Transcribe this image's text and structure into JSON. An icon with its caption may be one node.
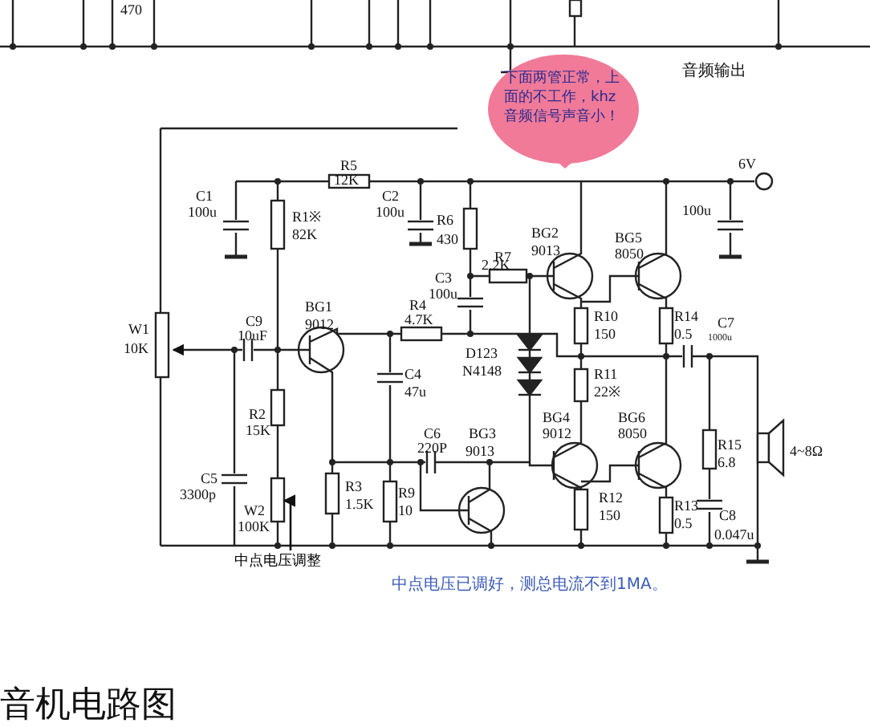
{
  "diagram": {
    "nodes": [
      {
        "text": [
          "下面两管正常，上面的不工作，khz音频信号声音小！"
        ]
      },
      {
        "text": [
          "中点电压调整"
        ]
      },
      {
        "text": [],
        "shape": "box",
        "beside": [
          "W2",
          "100K"
        ]
      }
    ],
    "edges": [
      {
        "from": 1,
        "to": 2,
        "arrow": "to"
      }
    ],
    "labels": [
      "470",
      "音频输出",
      "R5",
      "12K",
      "6V",
      "C1",
      "100u",
      "R1※",
      "82K",
      "C2",
      "100u",
      "R6",
      "430",
      "BG2",
      "9013",
      "BG5",
      "8050",
      "100u",
      "R7",
      "2.2K",
      "W1",
      "10K",
      "C9",
      "10uF",
      "BG1",
      "9012",
      "R4",
      "4.7K",
      "C3",
      "100u",
      "R10",
      "150",
      "R14",
      "0.5",
      "C7",
      "1000u",
      "D123",
      "N4148",
      "R11",
      "22※",
      "C4",
      "47u",
      "BG4",
      "9012",
      "BG6",
      "8050",
      "R15",
      "6.8",
      "4~8Ω",
      "R2",
      "15K",
      "C6",
      "220P",
      "BG3",
      "9013",
      "C5",
      "3300p",
      "R3",
      "1.5K",
      "R12",
      "150",
      "R13",
      "0.5",
      "C8",
      "0.047u",
      "R9",
      "10",
      "中点电压已调好，测总电流不到1MA。",
      "音机电路图"
    ]
  }
}
